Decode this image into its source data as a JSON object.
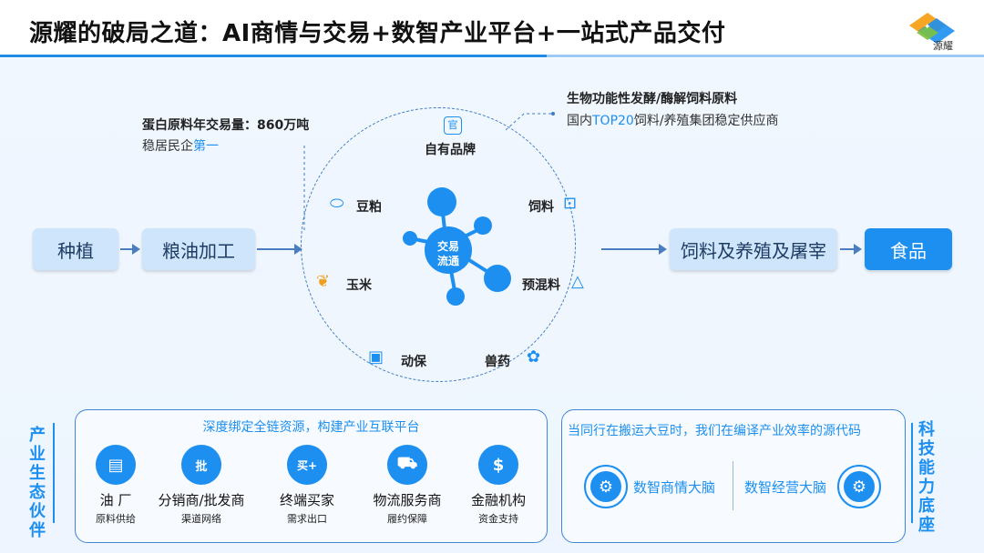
{
  "header": {
    "title": "源耀的破局之道：AI商情与交易+数智产业平台+一站式产品交付",
    "logo_text": "源耀"
  },
  "chain": {
    "planting": "种植",
    "grain_oil": "粮油加工",
    "feed_breeding": "饲料及养殖及屠宰",
    "food": "食品"
  },
  "notes": {
    "left_title": "蛋白原料年交易量：860万吨",
    "left_sub_prefix": "稳居民企",
    "left_sub_highlight": "第一",
    "right_title": "生物功能性发酵/酶解饲料原料",
    "right_sub_prefix": "国内",
    "right_sub_highlight": "TOP20",
    "right_sub_suffix": "饲料/养殖集团稳定供应商"
  },
  "hub": {
    "center_label_1": "交易",
    "center_label_2": "流通",
    "categories": {
      "own_brand": "自有品牌",
      "soybean_meal": "豆粕",
      "feed": "饲料",
      "corn": "玉米",
      "premix": "预混料",
      "animal_protection": "动保",
      "vet_drug": "兽药"
    },
    "brand_badge": "官"
  },
  "ecosystem": {
    "side_label": "产业生态伙伴",
    "caption": "深度绑定全链资源，构建产业互联平台",
    "partners": [
      {
        "name": "油 厂",
        "sub": "原料供给",
        "icon": "factory-icon"
      },
      {
        "name": "分销商/批发商",
        "sub": "渠道网络",
        "icon": "wholesale-icon",
        "badge": "批"
      },
      {
        "name": "终端买家",
        "sub": "需求出口",
        "icon": "buyer-icon",
        "badge": "买+"
      },
      {
        "name": "物流服务商",
        "sub": "履约保障",
        "icon": "truck-icon"
      },
      {
        "name": "金融机构",
        "sub": "资金支持",
        "icon": "finance-icon",
        "badge": "$"
      }
    ]
  },
  "tech": {
    "side_label": "科技能力底座",
    "caption": "当同行在搬运大豆时，我们在编译产业效率的源代码",
    "brain_left": "数智商情大脑",
    "brain_right": "数智经营大脑"
  },
  "colors": {
    "accent": "#1c8ff0",
    "light_box": "#cfe5fb",
    "line": "#3d7cc4"
  }
}
